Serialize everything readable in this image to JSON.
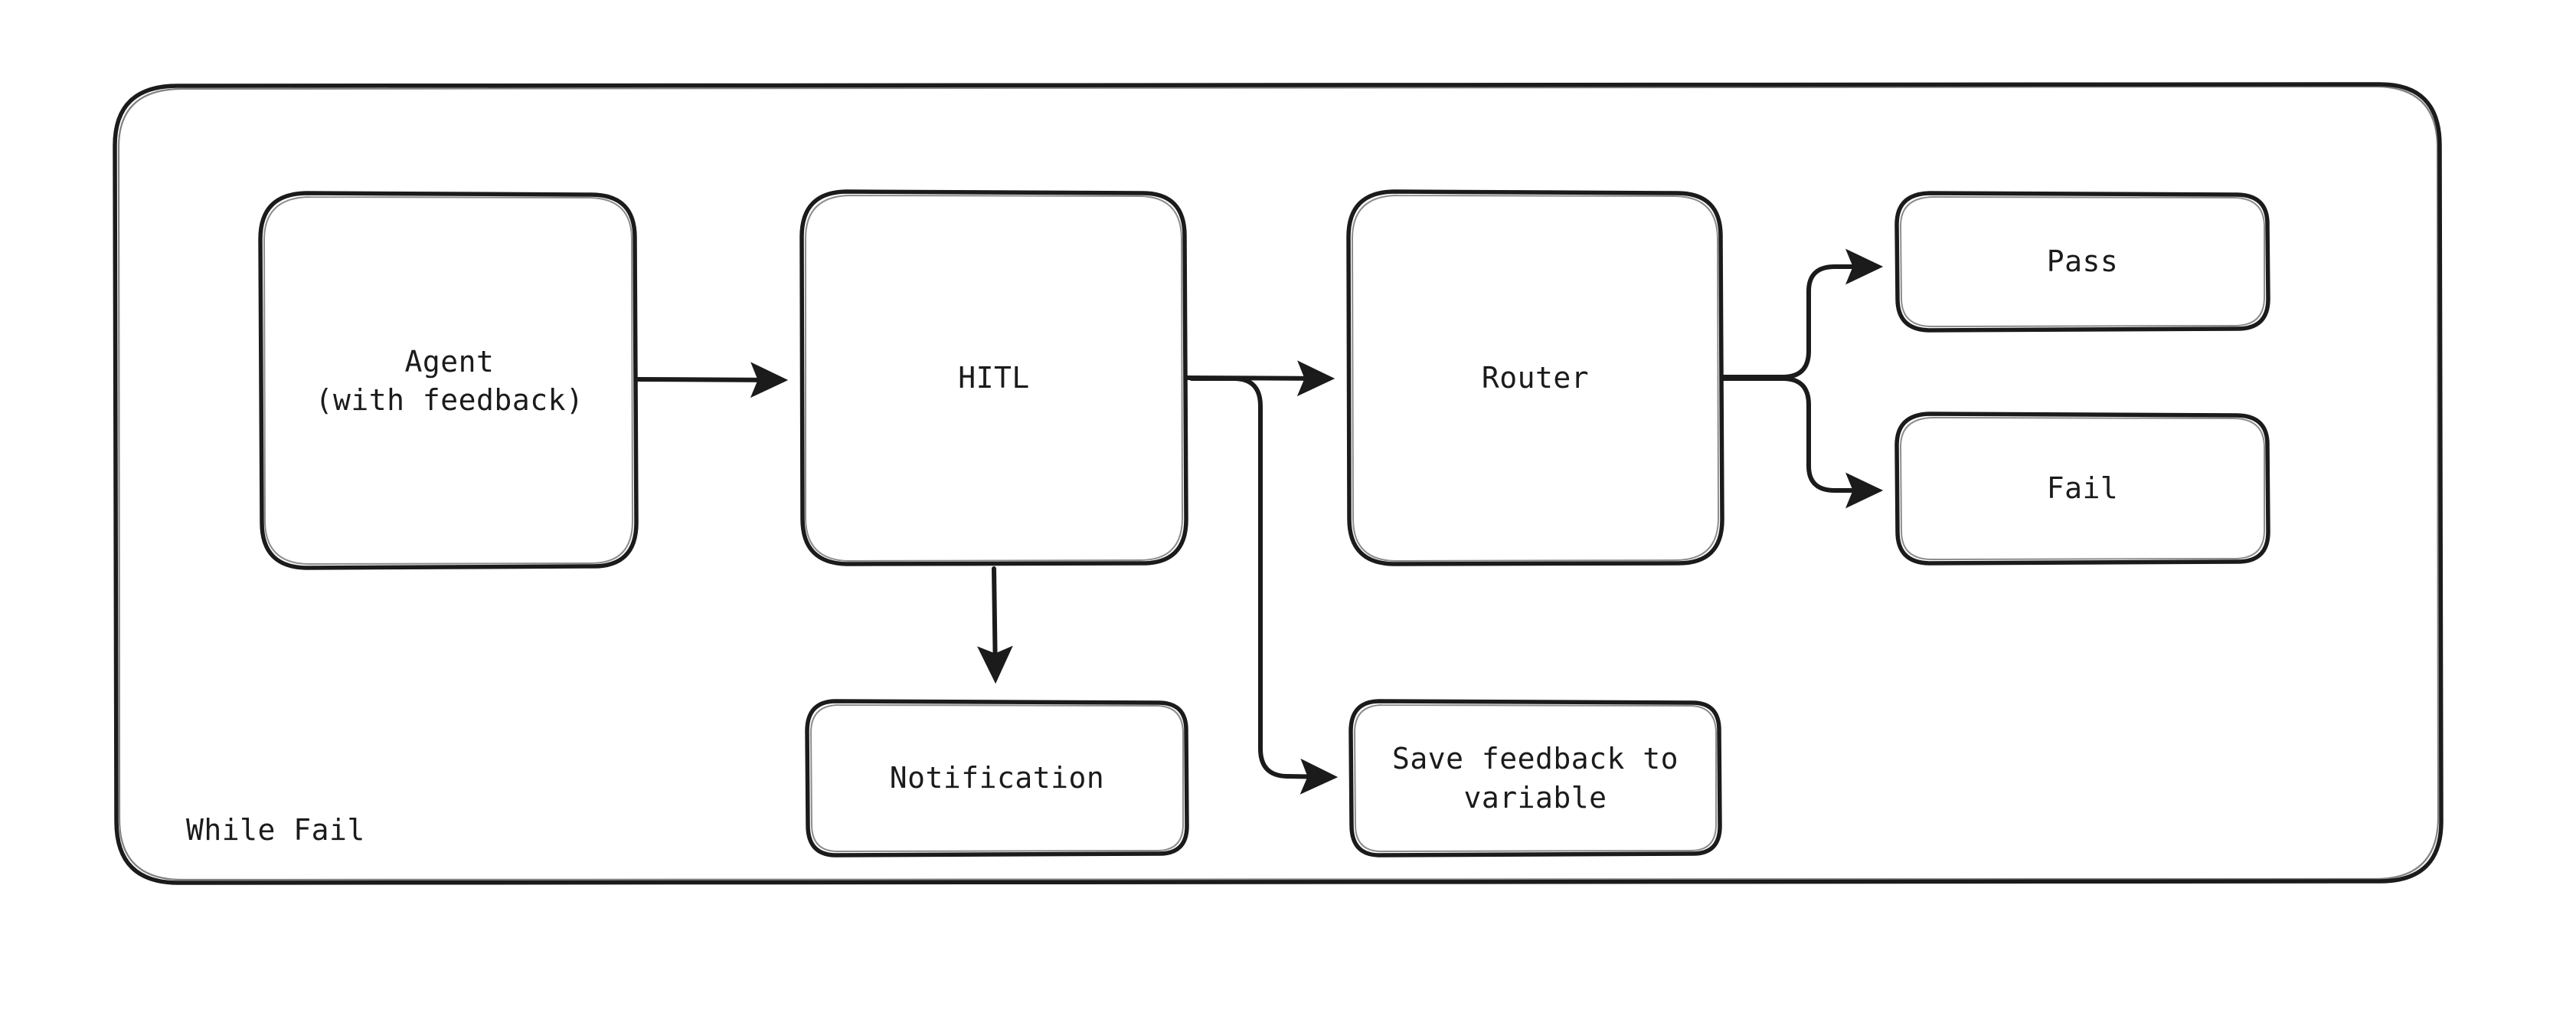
{
  "diagram": {
    "type": "flowchart",
    "style": "hand-drawn-sketch",
    "stroke_color": "#1b1b1b",
    "background_color": "#ffffff",
    "group": {
      "label": "While Fail",
      "shape": "rounded-rectangle"
    },
    "nodes": [
      {
        "id": "agent",
        "label": "Agent\n(with feedback)",
        "shape": "rounded-rectangle"
      },
      {
        "id": "hitl",
        "label": "HITL",
        "shape": "rounded-rectangle"
      },
      {
        "id": "router",
        "label": "Router",
        "shape": "rounded-rectangle"
      },
      {
        "id": "pass",
        "label": "Pass",
        "shape": "rounded-rectangle"
      },
      {
        "id": "fail",
        "label": "Fail",
        "shape": "rounded-rectangle"
      },
      {
        "id": "notification",
        "label": "Notification",
        "shape": "rounded-rectangle"
      },
      {
        "id": "save-feedback",
        "label": "Save feedback to\nvariable",
        "shape": "rounded-rectangle"
      }
    ],
    "edges": [
      {
        "from": "agent",
        "to": "hitl",
        "arrow": "end"
      },
      {
        "from": "hitl",
        "to": "router",
        "arrow": "end"
      },
      {
        "from": "hitl",
        "to": "notification",
        "arrow": "end"
      },
      {
        "from": "hitl",
        "to": "save-feedback",
        "arrow": "end"
      },
      {
        "from": "router",
        "to": "pass",
        "arrow": "end"
      },
      {
        "from": "router",
        "to": "fail",
        "arrow": "end"
      }
    ]
  }
}
